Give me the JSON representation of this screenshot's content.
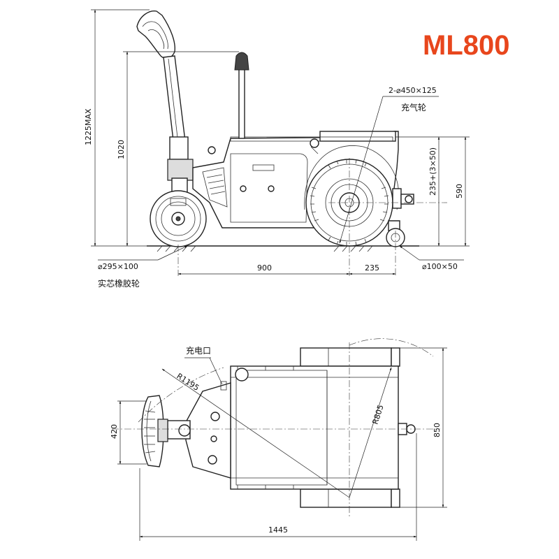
{
  "title": "ML800",
  "colors": {
    "title": "#e8461c",
    "line": "#222222"
  },
  "side_view": {
    "dim_height_max": "1225MAX",
    "dim_handle_height": "1020",
    "dim_wheelbase": "900",
    "dim_rear_offset": "235",
    "dim_body_height": "590",
    "dim_hitch_height": "235+(3×50)",
    "drive_wheel_spec": "2-⌀450×125",
    "drive_wheel_name": "充气轮",
    "front_wheel_spec": "⌀295×100",
    "front_wheel_name": "实芯橡胶轮",
    "caster_spec": "⌀100×50"
  },
  "top_view": {
    "charge_port": "充电口",
    "radius_front": "R1195",
    "radius_rear": "R805",
    "dim_handle_width": "420",
    "dim_width": "850",
    "dim_length": "1445"
  }
}
